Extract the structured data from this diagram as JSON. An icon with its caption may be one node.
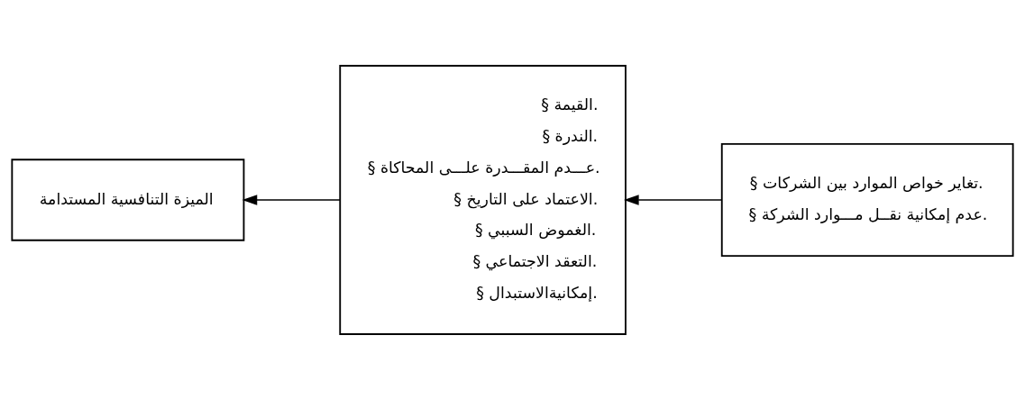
{
  "diagram": {
    "nodes": [
      {
        "text": [
          "الميزة التنافسية المستدامة"
        ]
      },
      {
        "text": [
          "§ القيمة.",
          "§ الندرة.",
          "§ عـــدم المقـــدرة علـــى المحاكاة.",
          "§ الاعتماد على التاريخ.",
          "§ الغموض السببي.",
          "§ التعقد الاجتماعي.",
          "§ إمكانيةالاستبدال."
        ]
      },
      {
        "text": [
          "§ تغاير خواص الموارد بين الشركات.",
          "§ عدم إمكانية نقــل مـــوارد الشركة."
        ]
      }
    ],
    "edges": [
      {
        "from": 2,
        "to": 1,
        "arrow": "to"
      },
      {
        "from": 1,
        "to": 0,
        "arrow": "to"
      }
    ]
  }
}
